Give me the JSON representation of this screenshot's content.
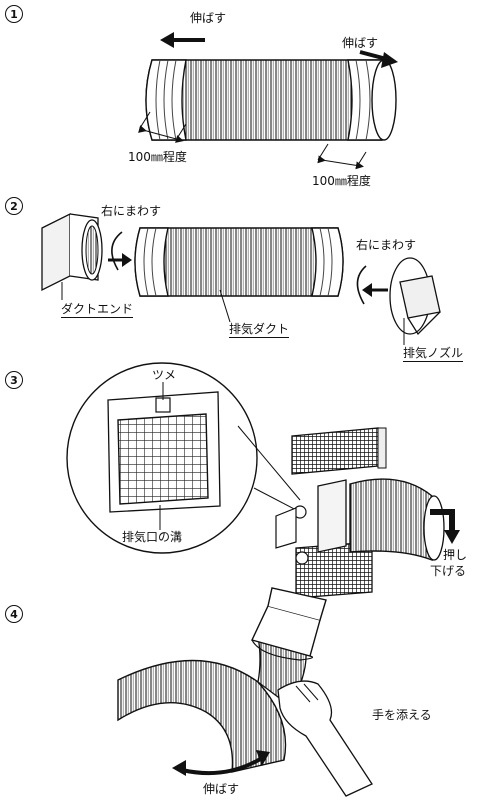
{
  "steps": [
    {
      "number": "1"
    },
    {
      "number": "2"
    },
    {
      "number": "3"
    },
    {
      "number": "4"
    }
  ],
  "step1": {
    "stretch_left": "伸ばす",
    "stretch_right": "伸ばす",
    "length_left": "100㎜程度",
    "length_right": "100㎜程度"
  },
  "step2": {
    "turn_right_left": "右にまわす",
    "turn_right_right": "右にまわす",
    "duct_end": "ダクトエンド",
    "exhaust_duct": "排気ダクト",
    "exhaust_nozzle": "排気ノズル"
  },
  "step3": {
    "tab": "ツメ",
    "groove": "排気口の溝",
    "push_down_1": "押し",
    "push_down_2": "下げる"
  },
  "step4": {
    "support_hand": "手を添える",
    "stretch": "伸ばす"
  }
}
